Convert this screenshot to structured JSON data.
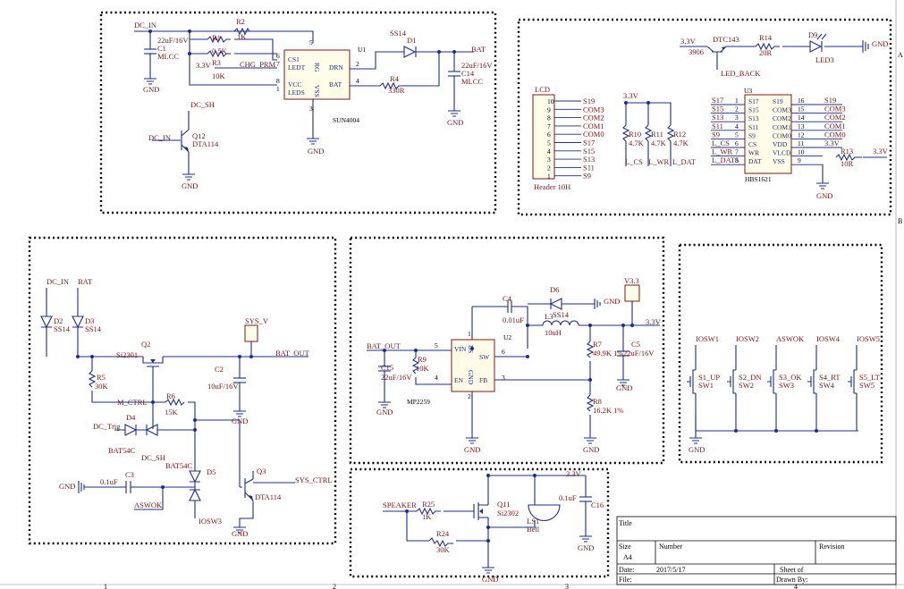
{
  "border_marks": {
    "right_a": "A",
    "right_b": "B",
    "bottom_1": "1",
    "bottom_2": "2",
    "bottom_3": "3",
    "bottom_4": "4"
  },
  "charger": {
    "dc_in": "DC_IN",
    "bat": "BAT",
    "c1_val": "22uF/16V",
    "c1_ref": "C1",
    "c1_type": "MLCC",
    "gnd": "GND",
    "r2": "R2",
    "r2_val": "1K",
    "r1": "R1",
    "r1_val": "0.5K",
    "r3": "R3",
    "r3_val": "10K",
    "v33": "3.3V",
    "chg_prm": "CHG_PRM",
    "u1": "U1",
    "u1_part": "SUN4004",
    "pin_cs1": "CS1",
    "pin_ledt": "LEDT",
    "pin_vcc": "VCC",
    "pin_leds": "LEDS",
    "pin_rg": "RG",
    "pin_vss": "VSS",
    "pin_drn": "DRN",
    "pin_bat": "BAT",
    "p5": "5",
    "p6": "6",
    "p7": "7",
    "p8": "8",
    "p1": "1",
    "p2": "2",
    "p3": "3",
    "p4": "4",
    "d1_part": "SS14",
    "d1": "D1",
    "r4": "R4",
    "r4_val": "330R",
    "c14_val": "22uF/16V",
    "c14_ref": "C14",
    "c14_type": "MLCC",
    "dc_sh": "DC_SH",
    "q12": "Q12",
    "q12_part": "DTA114",
    "dc_in2": "DC_IN"
  },
  "lcd": {
    "lcd": "LCD",
    "header": "Header 10H",
    "v33": "3.3V",
    "pins": [
      "10",
      "9",
      "8",
      "7",
      "6",
      "5",
      "4",
      "3",
      "2",
      "1"
    ],
    "nets": [
      "S19",
      "COM3",
      "COM2",
      "COM1",
      "COM0",
      "S17",
      "S15",
      "S13",
      "S11",
      "S9"
    ],
    "r10": "R10",
    "r10_val": "4.7K",
    "r11": "R11",
    "r11_val": "4.7K",
    "r12": "R12",
    "r12_val": "4.7K",
    "l_cs": "L_CS",
    "l_wr": "L_WR",
    "l_dat": "L_DAT",
    "bl_v33": "3.3V",
    "dtc": "DTC143",
    "dtc_val": "3906",
    "r14": "R14",
    "r14_val": "20R",
    "d9": "D9",
    "led3": "LED3",
    "gnd": "GND",
    "led_back": "LED_BACK",
    "u3": "U3",
    "u3_part": "HBS1621",
    "left_nets": [
      "S17",
      "S15",
      "S13",
      "S11",
      "S9",
      "L_CS",
      "L_WR",
      "L_DAT5"
    ],
    "left_pins": [
      "1",
      "2",
      "3",
      "4",
      "5",
      "6",
      "7",
      "8"
    ],
    "left_int": [
      "S17",
      "S15",
      "S13",
      "S11",
      "S9",
      "CS",
      "WR",
      "DAT"
    ],
    "right_int": [
      "S19",
      "COM3",
      "COM2",
      "COM1",
      "COM0",
      "VDD",
      "VLCD",
      "VSS"
    ],
    "right_pins": [
      "16",
      "15",
      "14",
      "13",
      "12",
      "11",
      "10",
      "9"
    ],
    "right_nets": [
      "S19",
      "COM3",
      "COM2",
      "COM1",
      "COM0",
      "3.3V",
      "",
      ""
    ],
    "r13": "R13",
    "r13_val": "10R",
    "v33b": "3.3V"
  },
  "power": {
    "dc_in": "DC_IN",
    "bat": "BAT",
    "d2": "D2",
    "d2_part": "SS14",
    "d3": "D3",
    "d3_part": "SS14",
    "q2": "Q2",
    "q2_part": "Si2301",
    "sys_v": "SYS_V",
    "bat_out": "BAT_OUT",
    "r5": "R5",
    "r5_val": "30K",
    "c2": "C2",
    "c2_val": "10uF/16V",
    "m_ctrl": "M_CTRL",
    "r6": "R6",
    "r6_val": "15K",
    "dc_trig": "DC_Trig",
    "d4": "D4",
    "d4_part": "BAT54C",
    "dc_sh": "DC_SH",
    "d5_part": "BAT54C",
    "d5": "D5",
    "gnd": "GND",
    "c3": "C3",
    "c3_val": "0.1uF",
    "aswok": "ASWOK",
    "iosw3": "IOSW3",
    "q3": "Q3",
    "q3_part": "DTA114",
    "sys_ctrl": "SYS_CTRL"
  },
  "boost": {
    "c4": "C4",
    "c4_val": "0.01uF",
    "d6": "D6",
    "d6_part": "SS14",
    "gnd": "GND",
    "v33": "V3.3",
    "v33b": "3.3V",
    "l3": "L3",
    "l3_val": "10uH",
    "bat_out": "BAT_OUT",
    "u2": "U2",
    "u2_part": "MP2259",
    "pin_vin": "VIN",
    "pin_bs": "BS",
    "pin_sw": "SW",
    "pin_en": "EN",
    "pin_gnd": "GND",
    "pin_fb": "FB",
    "p5": "5",
    "p1": "1",
    "p6": "6",
    "p4": "4",
    "p2": "2",
    "p3": "3",
    "c15": "C15",
    "c15_val": "22uF/16V",
    "r9": "R9",
    "r9_val": "10K",
    "r7": "R7",
    "r7_val": "49.9K 1%",
    "c5": "C5",
    "c5_val": "22uF/16V",
    "r8": "R8",
    "r8_val": "16.2K 1%"
  },
  "switches": {
    "items": [
      {
        "net": "IOSW1",
        "label": "S1_UP",
        "ref": "SW1"
      },
      {
        "net": "IOSW2",
        "label": "S2_DN",
        "ref": "SW2"
      },
      {
        "net": "ASWOK",
        "label": "S3_OK",
        "ref": "SW3"
      },
      {
        "net": "IOSW4",
        "label": "S4_RT",
        "ref": "SW4"
      },
      {
        "net": "IOSW5",
        "label": "S5_LT",
        "ref": "SW5"
      }
    ],
    "gnd": "GND"
  },
  "speaker": {
    "v33": "3.3V",
    "speaker": "SPEAKER",
    "r25": "R25",
    "r25_val": "1K",
    "q11": "Q11",
    "q11_part": "Si2302",
    "r24": "R24",
    "r24_val": "30K",
    "ls1": "LS1",
    "bell": "Bell",
    "c16_val": "0.1uF",
    "c16": "C16",
    "gnd": "GND"
  },
  "title_block": {
    "title": "Title",
    "size": "Size",
    "size_val": "A4",
    "number": "Number",
    "revision": "Revision",
    "date": "Date:",
    "date_val": "2017/5/17",
    "file": "File:",
    "sheet": "Sheet   of",
    "drawn_by": "Drawn By:"
  },
  "colors": {
    "wire": "#1c2f86",
    "label": "#7a1414",
    "part_fill": "#fffde7",
    "part_stroke": "#7a1a1a"
  }
}
